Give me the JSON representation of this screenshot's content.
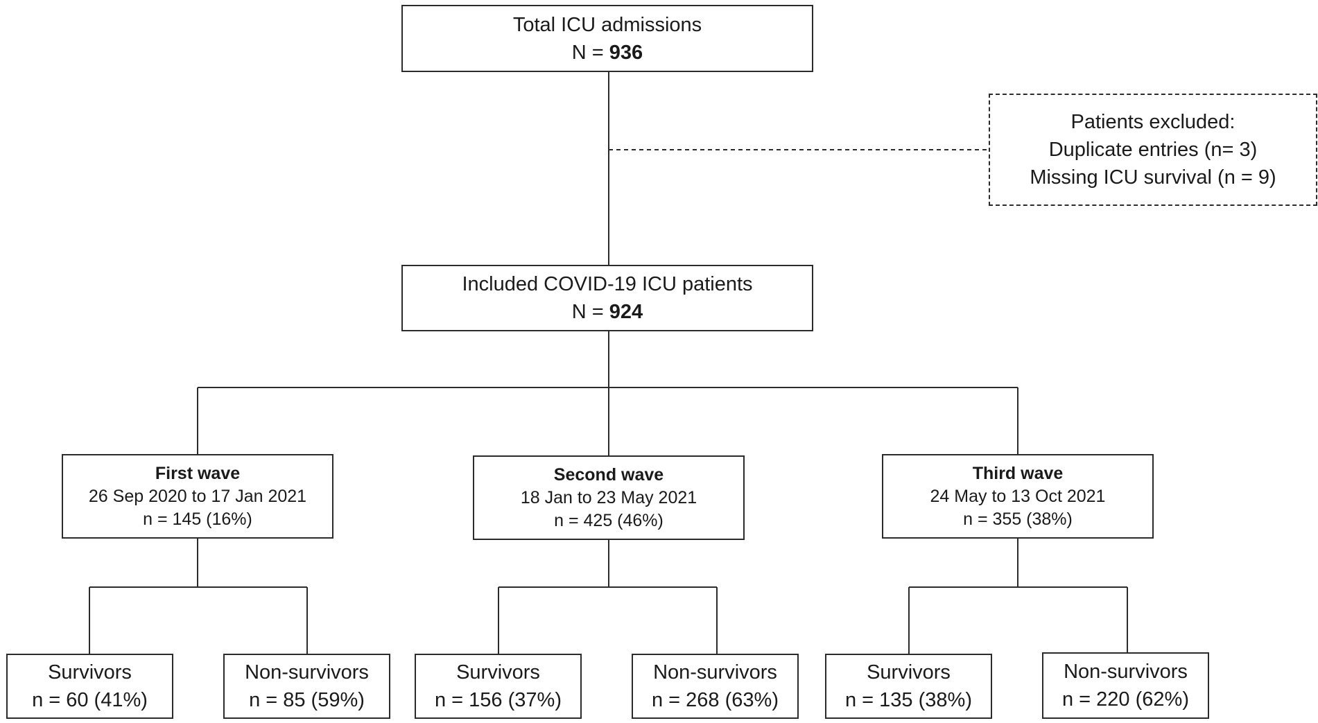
{
  "total": {
    "label": "Total ICU admissions",
    "n_prefix": "N = ",
    "n_value": "936"
  },
  "excluded": {
    "title": "Patients excluded:",
    "items": [
      "Duplicate entries (n= 3)",
      "Missing ICU survival (n = 9)"
    ]
  },
  "included": {
    "label": "Included COVID-19 ICU patients",
    "n_prefix": "N = ",
    "n_value": "924"
  },
  "waves": [
    {
      "title": "First wave",
      "dates": "26 Sep 2020 to 17 Jan 2021",
      "count": "n = 145 (16%)",
      "survivors": {
        "label": "Survivors",
        "count": "n = 60 (41%)"
      },
      "non_survivors": {
        "label": "Non-survivors",
        "count": "n = 85 (59%)"
      }
    },
    {
      "title": "Second wave",
      "dates": "18 Jan to 23 May 2021",
      "count": "n = 425 (46%)",
      "survivors": {
        "label": "Survivors",
        "count": "n = 156 (37%)"
      },
      "non_survivors": {
        "label": "Non-survivors",
        "count": "n = 268 (63%)"
      }
    },
    {
      "title": "Third wave",
      "dates": "24 May to 13 Oct 2021",
      "count": "n = 355 (38%)",
      "survivors": {
        "label": "Survivors",
        "count": "n = 135 (38%)"
      },
      "non_survivors": {
        "label": "Non-survivors",
        "count": "n = 220 (62%)"
      }
    }
  ],
  "colors": {
    "line": "#2b2b2b",
    "text": "#1a1a1a",
    "background": "#ffffff"
  }
}
